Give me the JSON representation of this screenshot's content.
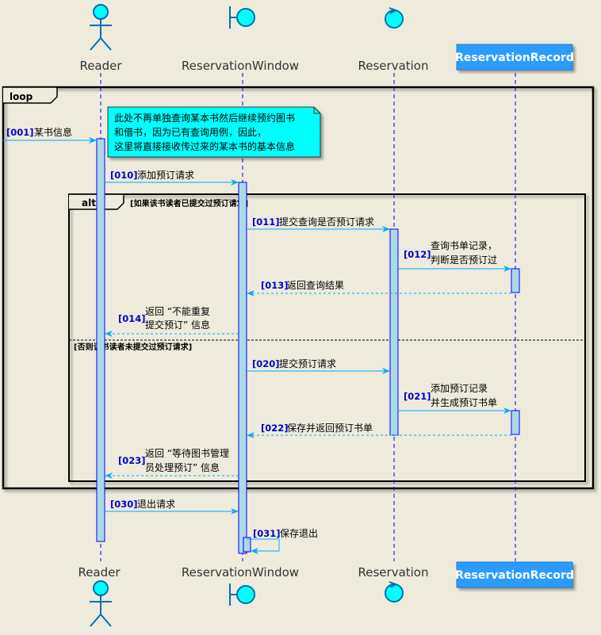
{
  "participants": {
    "reader": {
      "label": "Reader"
    },
    "window": {
      "label": "ReservationWindow"
    },
    "reservation": {
      "label": "Reservation"
    },
    "record": {
      "label": "ReservationRecord"
    }
  },
  "loop": {
    "label": "loop"
  },
  "alt": {
    "label": "alt",
    "guard1": "[如果该书读者已提交过预订请求]",
    "guard2": "[否则该书读者未提交过预订请求]"
  },
  "note": {
    "lines": [
      "此处不再单独查询某本书然后继续预约图书",
      "和借书，因为已有查询用例，因此，",
      "这里将直接接收传过来的某本书的基本信息"
    ]
  },
  "messages": {
    "m001": {
      "num": "[001]",
      "text": [
        "某书信息"
      ]
    },
    "m010": {
      "num": "[010]",
      "text": [
        "添加预订请求"
      ]
    },
    "m011": {
      "num": "[011]",
      "text": [
        "提交查询是否预订请求"
      ]
    },
    "m012": {
      "num": "[012]",
      "text": [
        "查询书单记录，",
        "判断是否预订过"
      ]
    },
    "m013": {
      "num": "[013]",
      "text": [
        "返回查询结果"
      ]
    },
    "m014": {
      "num": "[014]",
      "text": [
        "返回 “不能重复",
        "提交预订” 信息"
      ]
    },
    "m020": {
      "num": "[020]",
      "text": [
        "提交预订请求"
      ]
    },
    "m021": {
      "num": "[021]",
      "text": [
        "添加预订记录",
        "并生成预订书单"
      ]
    },
    "m022": {
      "num": "[022]",
      "text": [
        "保存并返回预订书单"
      ]
    },
    "m023": {
      "num": "[023]",
      "text": [
        "返回 “等待图书管理",
        "员处理预订” 信息"
      ]
    },
    "m030": {
      "num": "[030]",
      "text": [
        "退出请求"
      ]
    },
    "m031": {
      "num": "[031]",
      "text": [
        "保存退出"
      ]
    }
  },
  "colors": {
    "background": "#EEEBDC",
    "actor_fill": "#00FFFF",
    "arrow": "#00AAFF",
    "lifeline": "#0000FF",
    "activation": "#ADD8E6",
    "record_box": "#2A9CFF",
    "note_fill": "#00FFFF",
    "number": "#0000CC"
  }
}
